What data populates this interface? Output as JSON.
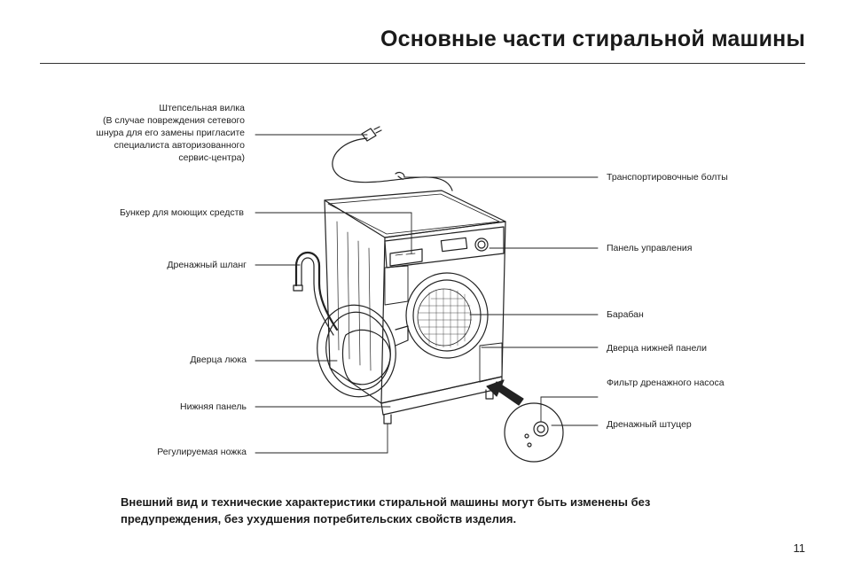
{
  "title": "Основные части стиральной машины",
  "labels": {
    "plug": "Штепсельная вилка\n(В случае повреждения сетевого\nшнура для его замены пригласите\nспециалиста авторизованного\nсервис-центра)",
    "detergent_drawer": "Бункер для моющих средств",
    "drain_hose": "Дренажный шланг",
    "door": "Дверца люка",
    "bottom_panel": "Нижняя панель",
    "adjustable_foot": "Регулируемая ножка",
    "transport_bolts": "Транспортировочные болты",
    "control_panel": "Панель управления",
    "drum": "Барабан",
    "lower_panel_door": "Дверца нижней панели",
    "pump_filter": "Фильтр дренажного насоса",
    "drain_nozzle": "Дренажный штуцер"
  },
  "note": "Внешний вид и технические характеристики стиральной машины могут быть изменены без\nпредупреждения,  без ухудшения  потребительских свойств изделия.",
  "page_number": "11"
}
